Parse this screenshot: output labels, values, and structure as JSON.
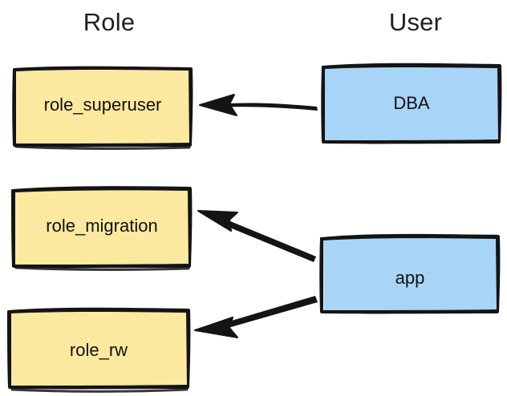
{
  "diagram": {
    "type": "hand-drawn-relationship-diagram",
    "background_color": "#ffffff",
    "columns": [
      {
        "id": "role",
        "title": "Role"
      },
      {
        "id": "user",
        "title": "User"
      }
    ],
    "colors": {
      "role_fill": "#FCE9A0",
      "user_fill": "#A8D5F7",
      "stroke": "#141414",
      "text": "#101010",
      "title_text": "#1f1f1f"
    },
    "nodes": [
      {
        "id": "role_superuser",
        "label": "role_superuser",
        "column": "role",
        "fill": "#FCE9A0"
      },
      {
        "id": "role_migration",
        "label": "role_migration",
        "column": "role",
        "fill": "#FCE9A0"
      },
      {
        "id": "role_rw",
        "label": "role_rw",
        "column": "role",
        "fill": "#FCE9A0"
      },
      {
        "id": "dba",
        "label": "DBA",
        "column": "user",
        "fill": "#A8D5F7"
      },
      {
        "id": "app",
        "label": "app",
        "column": "user",
        "fill": "#A8D5F7"
      }
    ],
    "edges": [
      {
        "from": "dba",
        "to": "role_superuser",
        "style": "solid-arrow",
        "direction": "right-to-left"
      },
      {
        "from": "app",
        "to": "role_migration",
        "style": "solid-arrow",
        "direction": "right-to-left"
      },
      {
        "from": "app",
        "to": "role_rw",
        "style": "solid-arrow",
        "direction": "right-to-left"
      }
    ]
  }
}
